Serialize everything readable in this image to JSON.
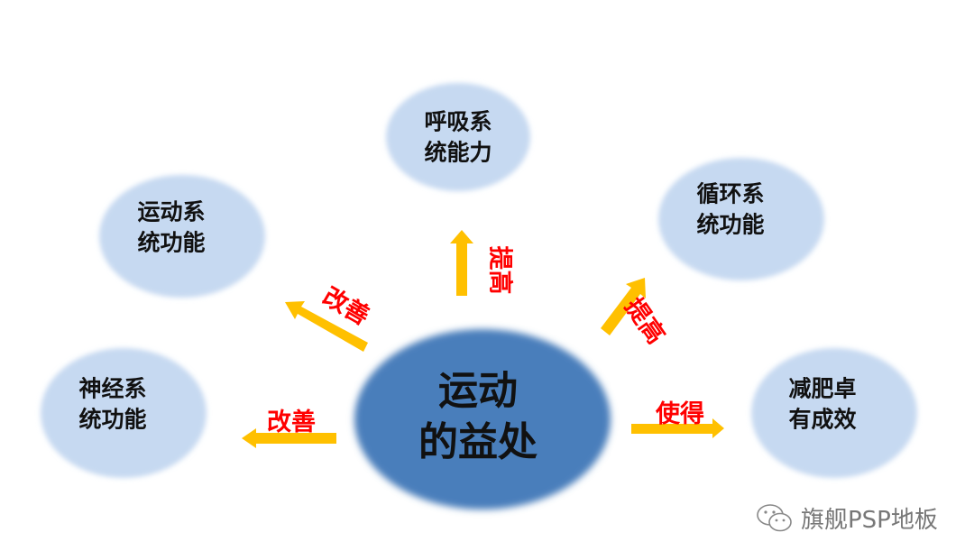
{
  "center": {
    "line1": "运动",
    "line2": "的益处"
  },
  "nodes": {
    "top": {
      "line1": "呼吸系",
      "line2": "统能力"
    },
    "upper_left": {
      "line1": "运动系",
      "line2": "统功能"
    },
    "upper_right": {
      "line1": "循环系",
      "line2": "统功能"
    },
    "lower_left": {
      "line1": "神经系",
      "line2": "统功能"
    },
    "lower_right": {
      "line1": "减肥卓",
      "line2": "有成效"
    }
  },
  "arrow_labels": {
    "top": "提高",
    "upper_right": "提高",
    "upper_left": "改善",
    "left": "改善",
    "right": "使得"
  },
  "watermark": {
    "icon": "wechat-icon",
    "text": "旗舰PSP地板"
  },
  "colors": {
    "center": "#4a7ebb",
    "node": "#c6d9f1",
    "arrow": "#ffc000",
    "label": "#ff0000"
  }
}
